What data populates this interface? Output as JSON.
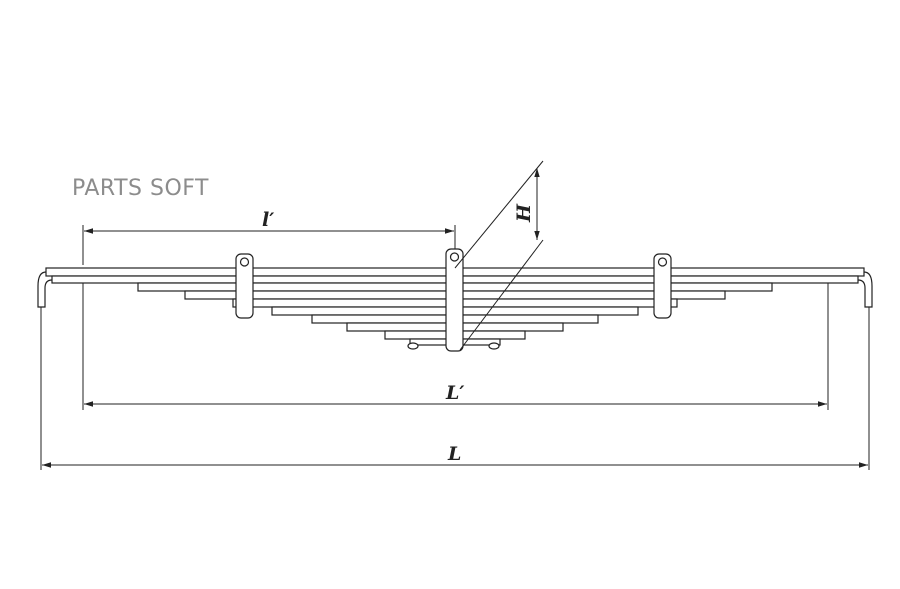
{
  "watermark": "PARTS SOFT",
  "labels": {
    "half_length": "l′",
    "height": "H",
    "eye_length": "L′",
    "total_length": "L"
  }
}
